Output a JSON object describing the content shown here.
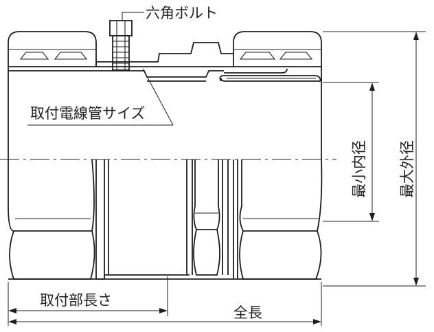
{
  "labels": {
    "hex_bolt": "六角ボルト",
    "conduit_size": "取付電線管サイズ",
    "min_inner_diameter": "最小内径",
    "max_outer_diameter": "最大外径",
    "mounting_length": "取付部長さ",
    "total_length": "全長"
  },
  "colors": {
    "line": "#1e1e1e",
    "background": "#ffffff"
  }
}
